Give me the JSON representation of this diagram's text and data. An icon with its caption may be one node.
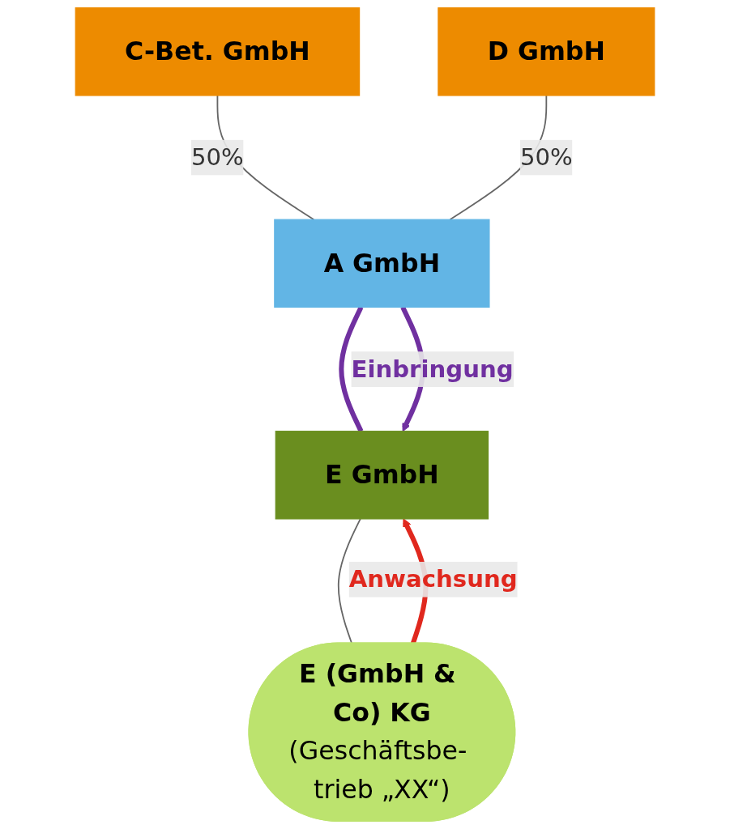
{
  "diagram": {
    "nodes": [
      {
        "text": [
          "C-Bet. GmbH"
        ]
      },
      {
        "text": [
          "D GmbH"
        ]
      },
      {
        "text": [
          "A GmbH"
        ]
      },
      {
        "text": [
          "E GmbH"
        ]
      },
      {
        "text": [
          "E (GmbH & Co) KG",
          "(Geschäftsbe- trieb „XX“)"
        ]
      }
    ],
    "edges": [
      {
        "from": 0,
        "to": 2,
        "arrow": "none",
        "label": "50%"
      },
      {
        "from": 1,
        "to": 2,
        "arrow": "none",
        "label": "50%"
      },
      {
        "from": 2,
        "to": 3,
        "arrow": "none",
        "style": "thick",
        "color": "#7030a0"
      },
      {
        "from": 3,
        "to": 4,
        "arrow": "none"
      },
      {
        "from": 2,
        "to": 3,
        "arrow": "to",
        "label": "Einbringung",
        "style": "thick",
        "color": "#7030a0"
      },
      {
        "from": 4,
        "to": 3,
        "arrow": "to",
        "label": "Anwachsung",
        "style": "thick",
        "color": "#e0281e"
      }
    ]
  }
}
